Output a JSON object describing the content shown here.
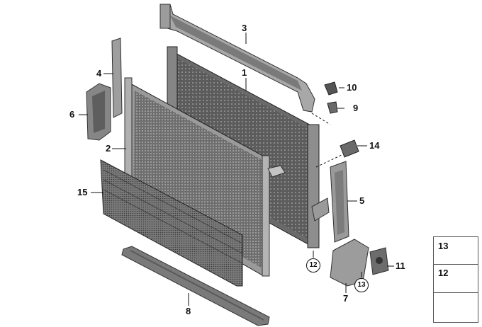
{
  "callouts": {
    "c1": "1",
    "c2": "2",
    "c3": "3",
    "c4": "4",
    "c5": "5",
    "c6": "6",
    "c7": "7",
    "c8": "8",
    "c9": "9",
    "c10": "10",
    "c11": "11",
    "c14": "14",
    "c15": "15"
  },
  "circled_refs": {
    "r12": "12",
    "r13": "13"
  },
  "legend": {
    "row1_number": "13",
    "row2_number": "12"
  },
  "colors": {
    "line": "#111111",
    "part_dark": "#4a4a4a",
    "part_mid": "#8c8c8c",
    "part_light": "#c8c8c8"
  }
}
